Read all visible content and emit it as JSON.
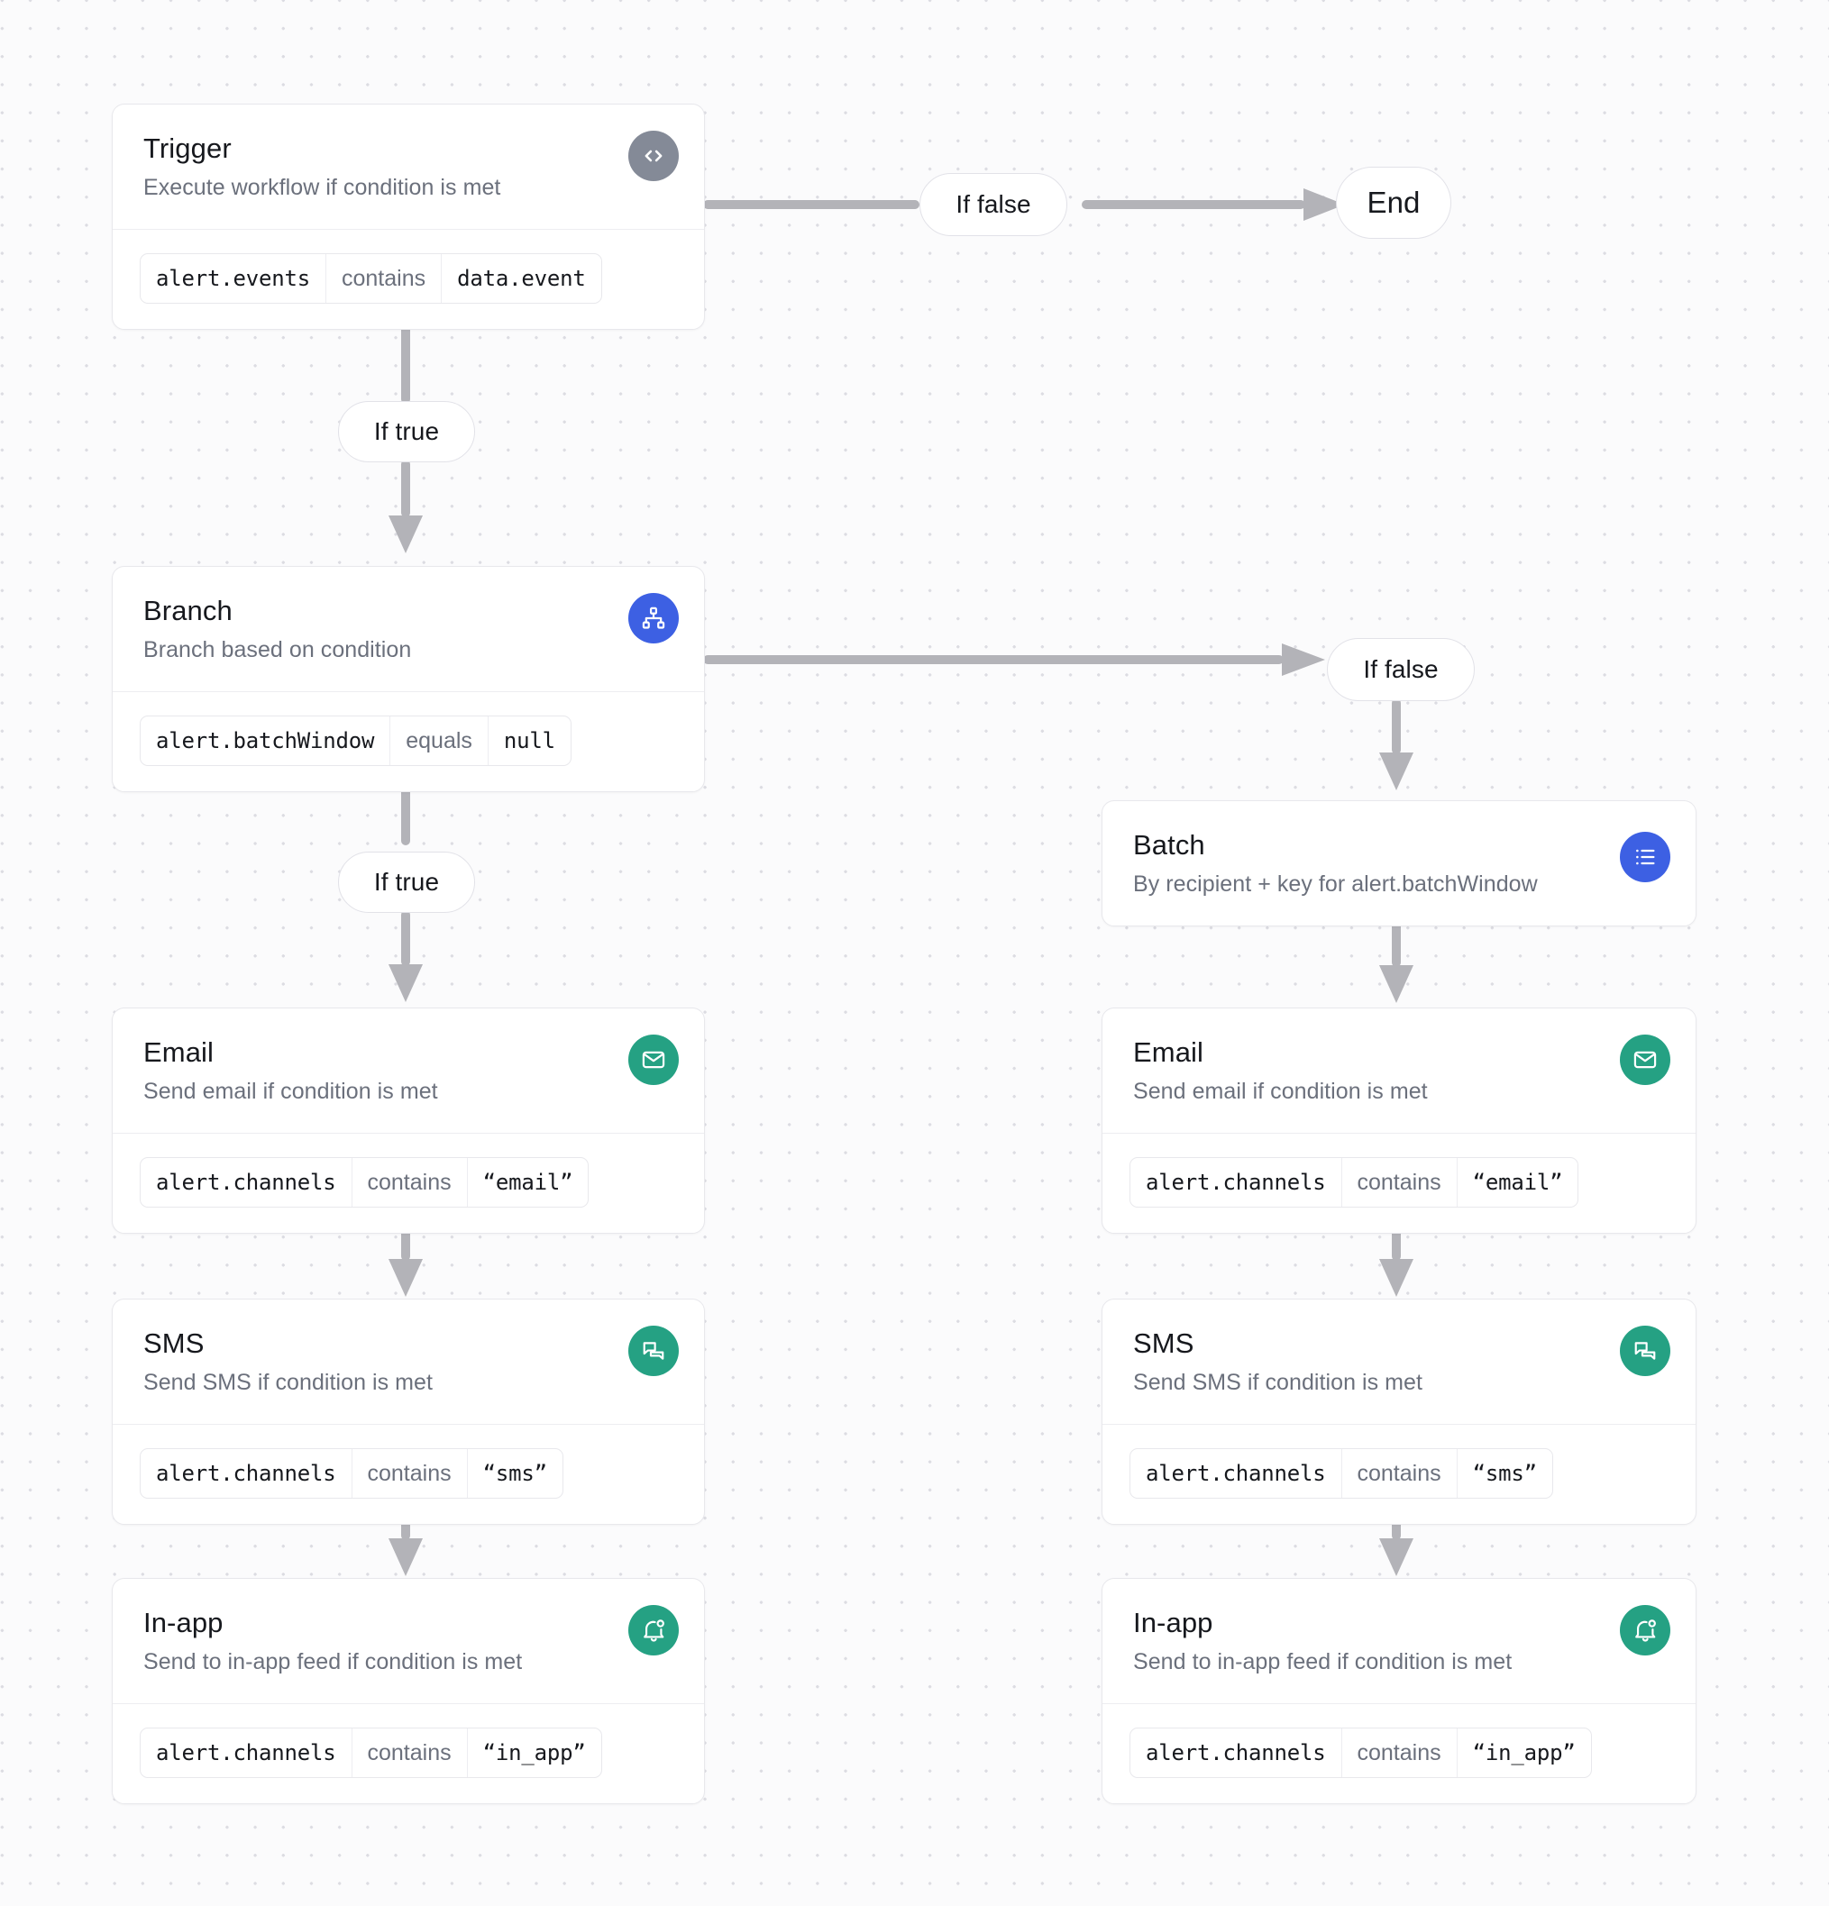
{
  "canvas": {
    "background_color": "#fbfbfc",
    "grid_dot_color": "#dcdce2"
  },
  "palette": {
    "trigger_icon_bg": "#848a97",
    "branch_icon_bg": "#3d60e3",
    "batch_icon_bg": "#3d60e3",
    "channel_icon_bg": "#25a183",
    "connector": "#b3b3b8",
    "card_border": "#e8e8ec",
    "title_text": "#16181d",
    "subtitle_text": "#6b707c"
  },
  "nodes": {
    "trigger": {
      "title": "Trigger",
      "subtitle": "Execute workflow if condition is met",
      "icon": "code-brackets-icon",
      "condition": {
        "field": "alert.events",
        "operator": "contains",
        "value": "data.event"
      }
    },
    "branch": {
      "title": "Branch",
      "subtitle": "Branch based on condition",
      "icon": "sitemap-icon",
      "condition": {
        "field": "alert.batchWindow",
        "operator": "equals",
        "value": "null"
      }
    },
    "batch": {
      "title": "Batch",
      "subtitle": "By recipient + key for alert.batchWindow",
      "icon": "list-icon"
    },
    "email_left": {
      "title": "Email",
      "subtitle": "Send email if condition is met",
      "icon": "envelope-icon",
      "condition": {
        "field": "alert.channels",
        "operator": "contains",
        "value": "“email”"
      }
    },
    "sms_left": {
      "title": "SMS",
      "subtitle": "Send SMS if condition is met",
      "icon": "chat-bubbles-icon",
      "condition": {
        "field": "alert.channels",
        "operator": "contains",
        "value": "“sms”"
      }
    },
    "inapp_left": {
      "title": "In-app",
      "subtitle": "Send to in-app feed if condition is met",
      "icon": "bell-dot-icon",
      "condition": {
        "field": "alert.channels",
        "operator": "contains",
        "value": "“in_app”"
      }
    },
    "email_right": {
      "title": "Email",
      "subtitle": "Send email if condition is met",
      "icon": "envelope-icon",
      "condition": {
        "field": "alert.channels",
        "operator": "contains",
        "value": "“email”"
      }
    },
    "sms_right": {
      "title": "SMS",
      "subtitle": "Send SMS if condition is met",
      "icon": "chat-bubbles-icon",
      "condition": {
        "field": "alert.channels",
        "operator": "contains",
        "value": "“sms”"
      }
    },
    "inapp_right": {
      "title": "In-app",
      "subtitle": "Send to in-app feed if condition is met",
      "icon": "bell-dot-icon",
      "condition": {
        "field": "alert.channels",
        "operator": "contains",
        "value": "“in_app”"
      }
    }
  },
  "labels": {
    "trigger_false": "If false",
    "trigger_true": "If true",
    "branch_false": "If false",
    "branch_true": "If true",
    "end": "End"
  }
}
